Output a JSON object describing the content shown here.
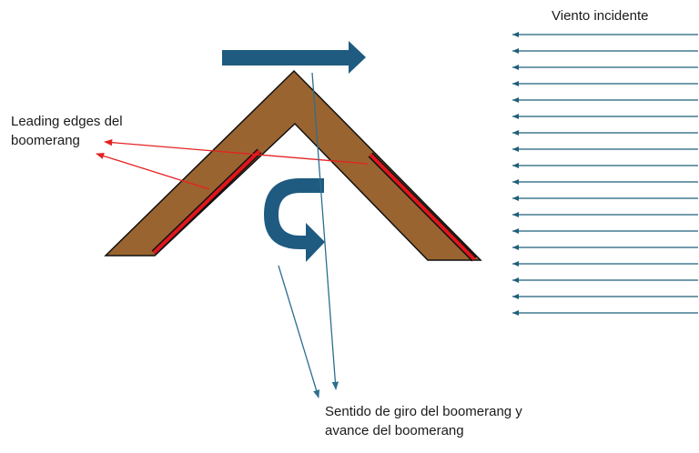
{
  "labels": {
    "wind": "Viento incidente",
    "leading_edges": [
      "Leading edges del",
      "boomerang"
    ],
    "rotation": [
      "Sentido de giro del boomerang y",
      "avance del boomerang"
    ]
  },
  "colors": {
    "boomerang_fill": "#9a6430",
    "leading_edge": "#e0161b",
    "wind_lines": "#1f5f7a",
    "direction_arrow": "#1f5b80",
    "annotation_red": "#e52222",
    "annotation_blue": "#2b6f8f"
  },
  "wind_line_count": 18
}
